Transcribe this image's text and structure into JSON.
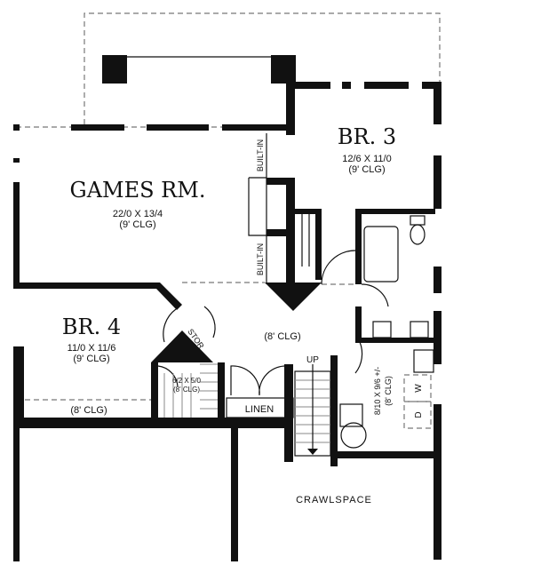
{
  "rooms": {
    "games": {
      "name": "GAMES RM.",
      "size": "22/0 X 13/4",
      "ceiling": "(9' CLG)"
    },
    "br3": {
      "name": "BR. 3",
      "size": "12/6 X 11/0",
      "ceiling": "(9' CLG)"
    },
    "br4": {
      "name": "BR. 4",
      "size": "11/0 X 11/6",
      "ceiling": "(9' CLG)",
      "alcove_ceiling": "(8' CLG)"
    },
    "closet": {
      "size": "6/2 X 5/0",
      "ceiling": "(8' CLG)"
    },
    "hall": {
      "ceiling": "(8' CLG)"
    },
    "laundry": {
      "size": "8/10 X 9/6 +/-",
      "ceiling": "(8' CLG)",
      "washer": "W",
      "dryer": "D"
    }
  },
  "labels": {
    "built_in_1": "BUILT-IN",
    "built_in_2": "BUILT-IN",
    "stor": "STOR",
    "linen": "LINEN",
    "up": "UP",
    "crawlspace": "CRAWLSPACE"
  }
}
